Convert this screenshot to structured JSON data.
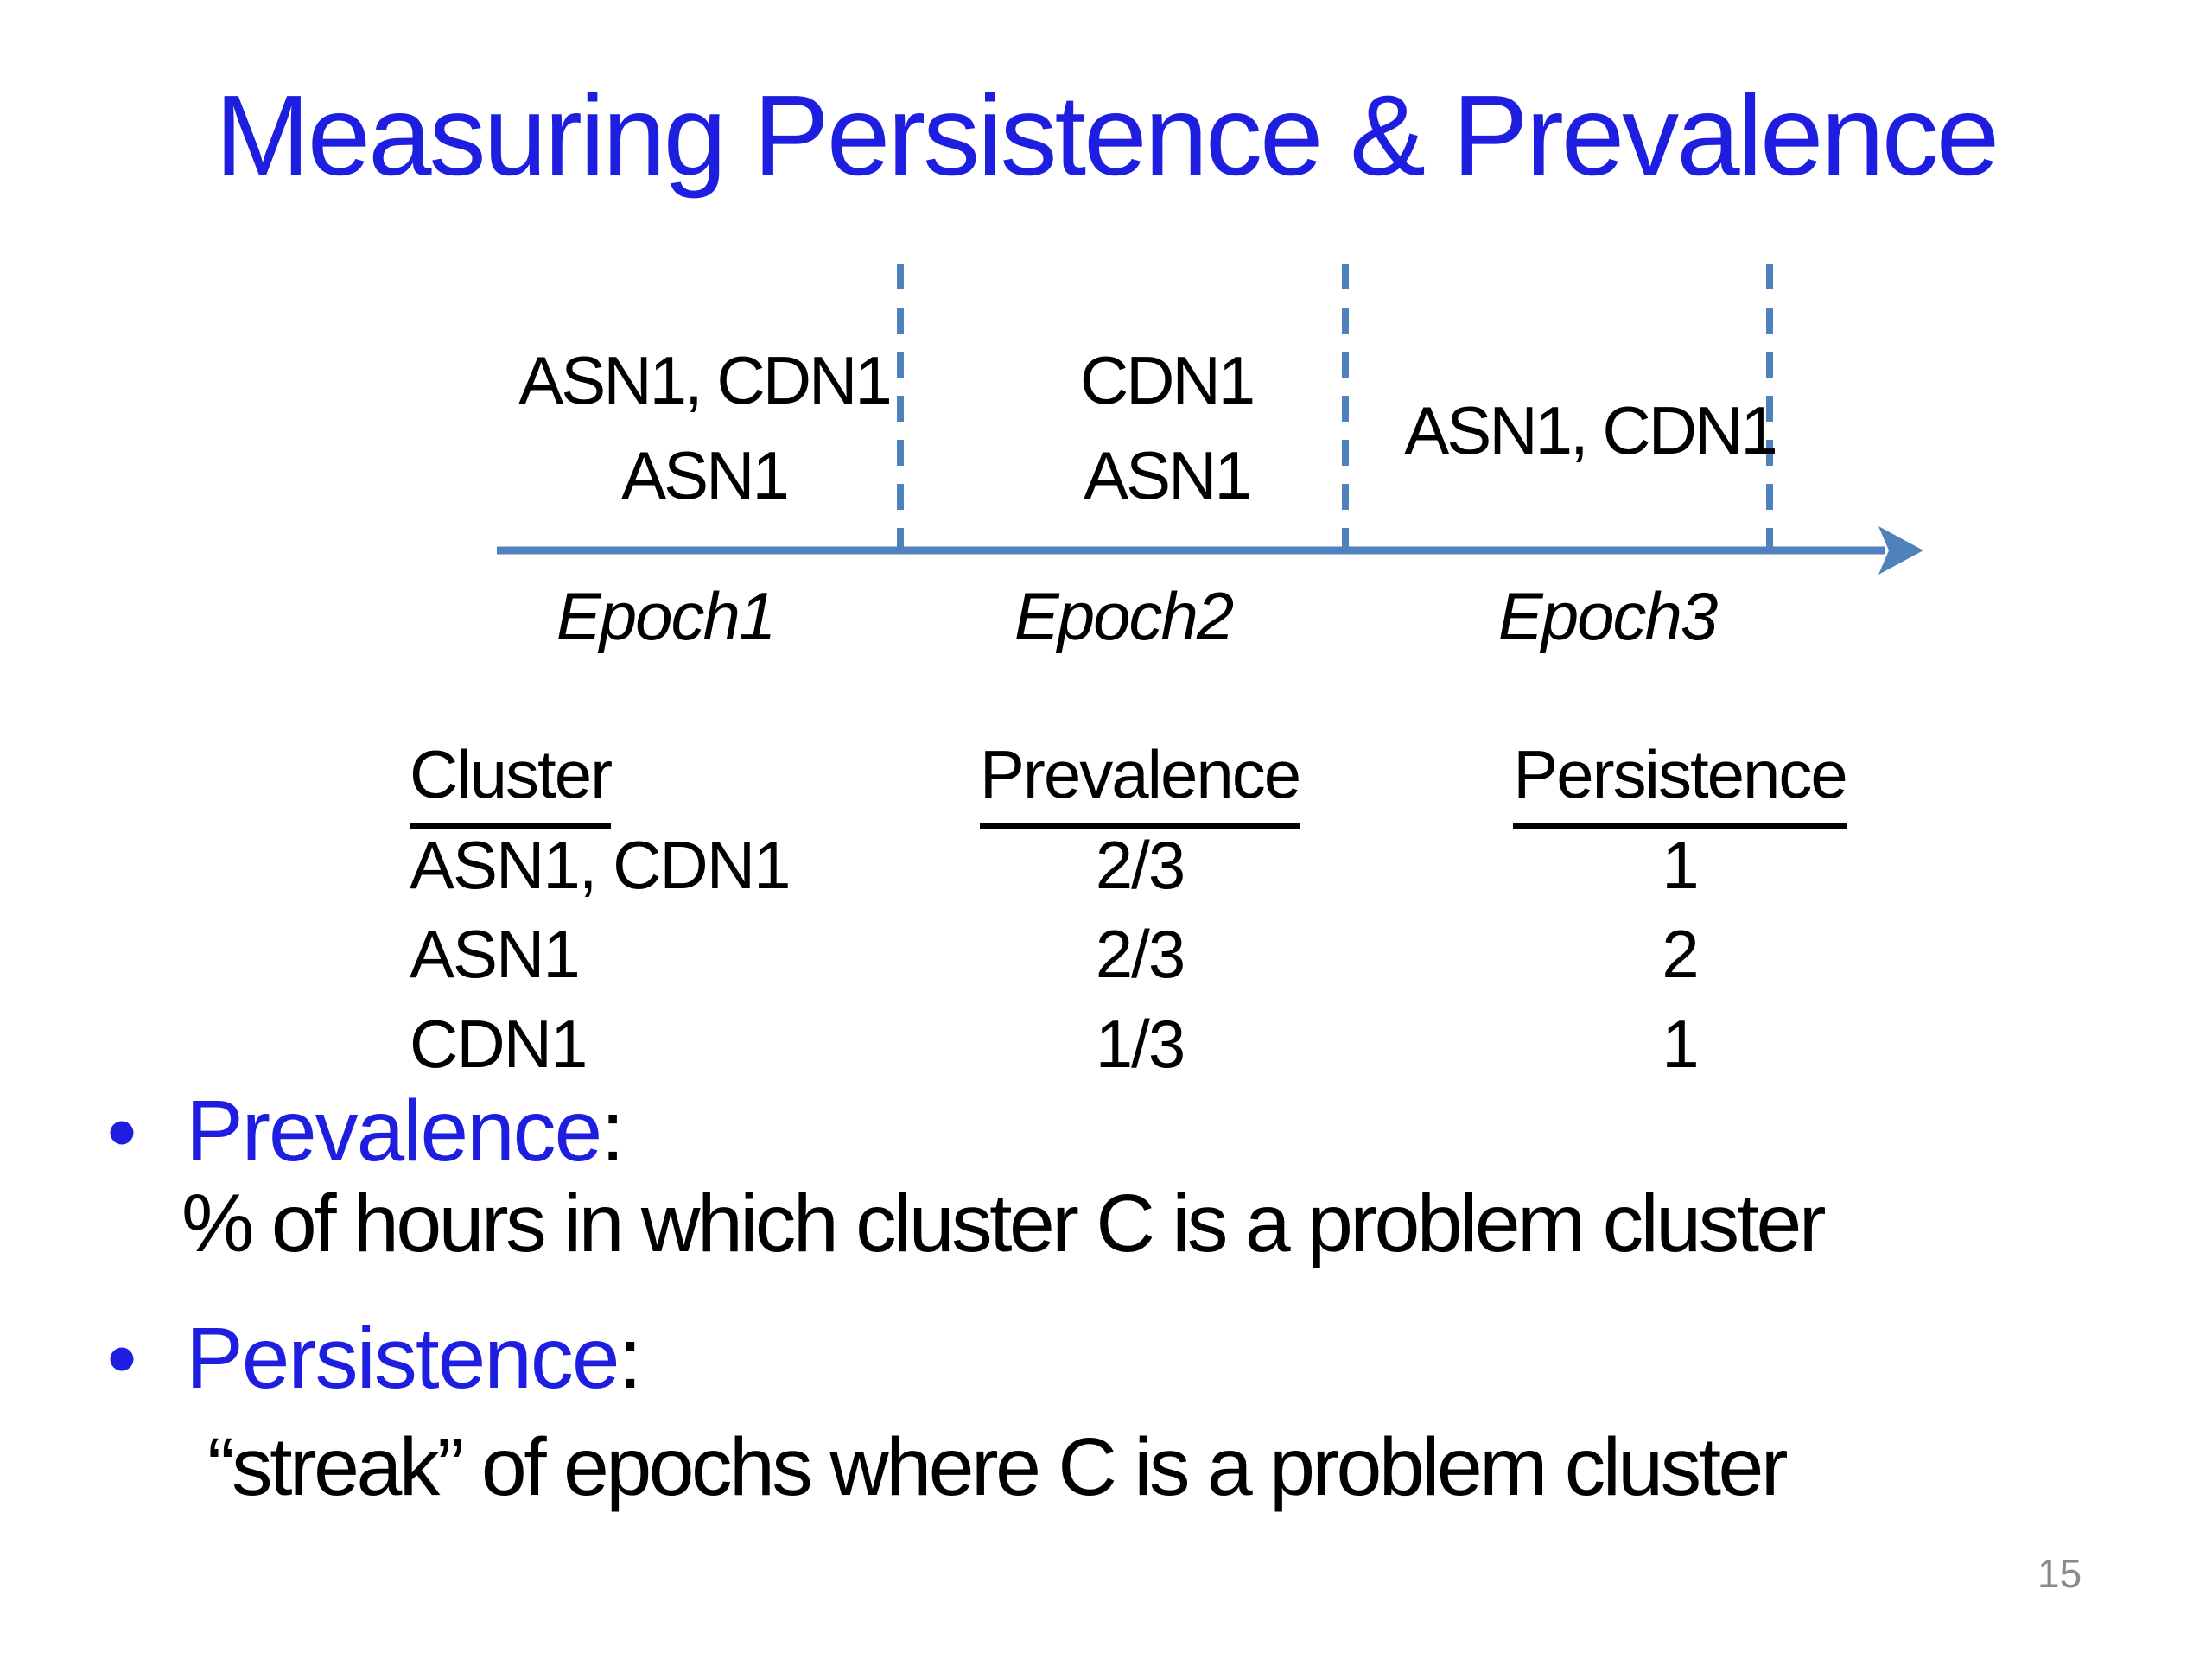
{
  "slide": {
    "title": "Measuring Persistence & Prevalence",
    "page_number": "15"
  },
  "colors": {
    "title_blue": "#1e1ee1",
    "bullet_blue": "#1e1ee1",
    "timeline_blue": "#4f81bd",
    "page_number_gray": "#8a8a8a",
    "text_black": "#000000"
  },
  "timeline": {
    "epochs": [
      {
        "label": "Epoch1",
        "lines": [
          "ASN1, CDN1",
          "ASN1"
        ]
      },
      {
        "label": "Epoch2",
        "lines": [
          "CDN1",
          "ASN1"
        ]
      },
      {
        "label": "Epoch3",
        "lines": [
          "ASN1, CDN1"
        ]
      }
    ]
  },
  "table": {
    "headers": [
      "Cluster",
      "Prevalence",
      "Persistence"
    ],
    "rows": [
      [
        "ASN1, CDN1",
        "2/3",
        "1"
      ],
      [
        "ASN1",
        "2/3",
        "2"
      ],
      [
        "CDN1",
        "1/3",
        "1"
      ]
    ]
  },
  "bullets": [
    {
      "term": "Prevalence",
      "separator": ":",
      "definition": "% of hours in which cluster C is a problem cluster"
    },
    {
      "term": "Persistence",
      "separator": ":",
      "definition": "“streak” of epochs where C is a problem cluster"
    }
  ]
}
